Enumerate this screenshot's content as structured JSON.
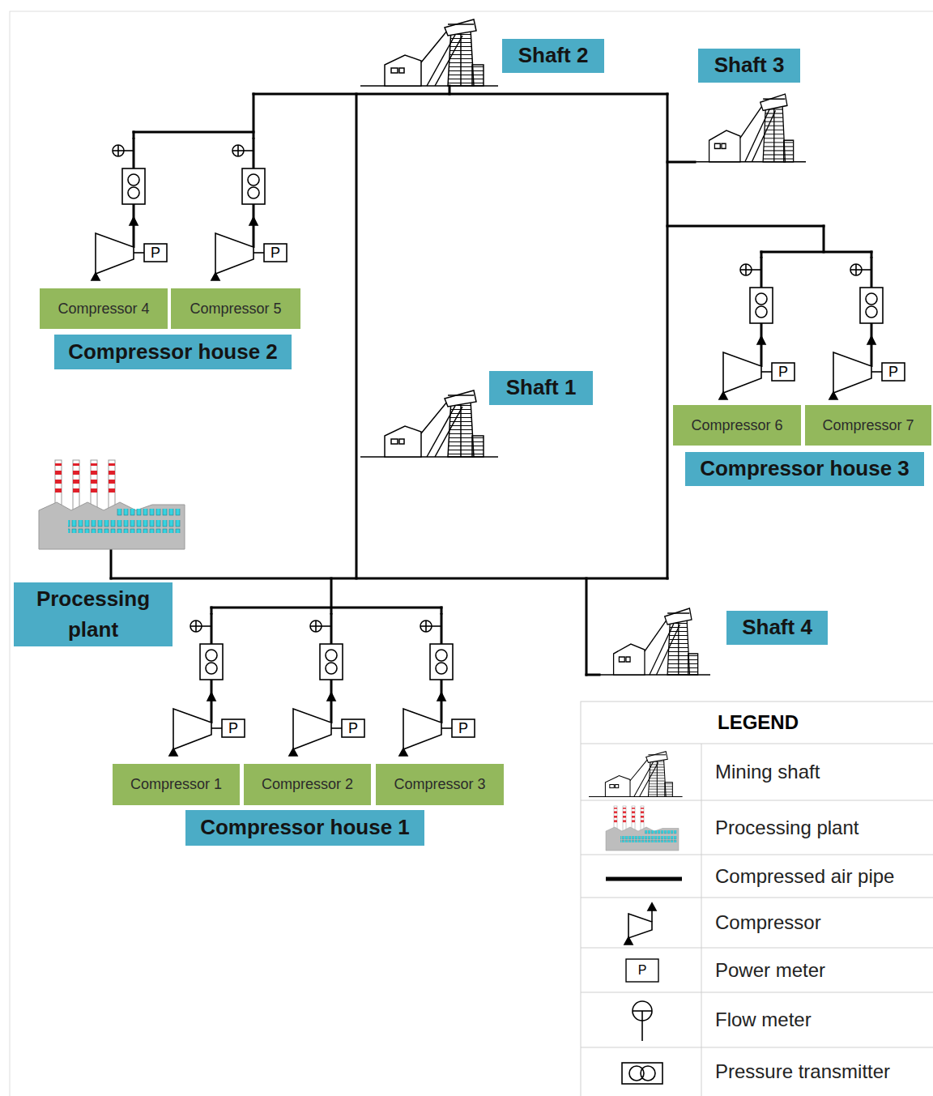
{
  "diagram": {
    "nodes": [
      {
        "text": [
          "Shaft 2"
        ]
      },
      {
        "text": [
          "Shaft 3"
        ]
      },
      {
        "text": [
          "Compressor 4"
        ]
      },
      {
        "text": [
          "Compressor 5"
        ]
      },
      {
        "text": [
          "Compressor house 2"
        ]
      },
      {
        "text": [
          "Shaft 1"
        ]
      },
      {
        "text": [
          "Compressor 6"
        ]
      },
      {
        "text": [
          "Compressor 7"
        ]
      },
      {
        "text": [
          "Compressor house 3"
        ]
      },
      {
        "text": [
          "Processing plant"
        ]
      },
      {
        "text": [
          "Shaft 4"
        ]
      },
      {
        "text": [
          "Compressor 1"
        ]
      },
      {
        "text": [
          "Compressor 2"
        ]
      },
      {
        "text": [
          "Compressor 3"
        ]
      },
      {
        "text": [
          "Compressor house 1"
        ]
      }
    ],
    "labels": [
      "P",
      "P",
      "P",
      "P",
      "P",
      "P",
      "P",
      "LEGEND",
      "P"
    ],
    "legend": [
      {
        "text": "Mining shaft"
      },
      {
        "text": "Processing plant"
      },
      {
        "text": "Compressed air pipe"
      },
      {
        "text": "Compressor"
      },
      {
        "text": "Power meter"
      },
      {
        "text": "Flow meter"
      },
      {
        "text": "Pressure transmitter"
      }
    ]
  }
}
